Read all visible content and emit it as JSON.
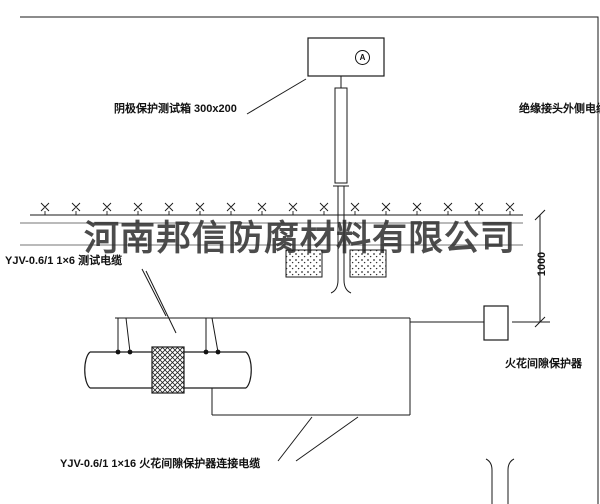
{
  "colors": {
    "line": "#1a1a1a",
    "watermark": "#2d2d2d",
    "background": "#ffffff"
  },
  "diagram": {
    "watermark": "河南邦信防腐材料有限公司",
    "test_box_label": "阴极保护测试箱 300x200",
    "meter_symbol": "A",
    "right_cable_label": "绝缘接头外侧电缆",
    "test_cable_label": "YJV-0.6/1 1×6 测试电缆",
    "dimension_label": "1000",
    "spark_gap_label": "火花间隙保护器",
    "connection_cable_label": "YJV-0.6/1 1×16 火花间隙保护器连接电缆"
  }
}
